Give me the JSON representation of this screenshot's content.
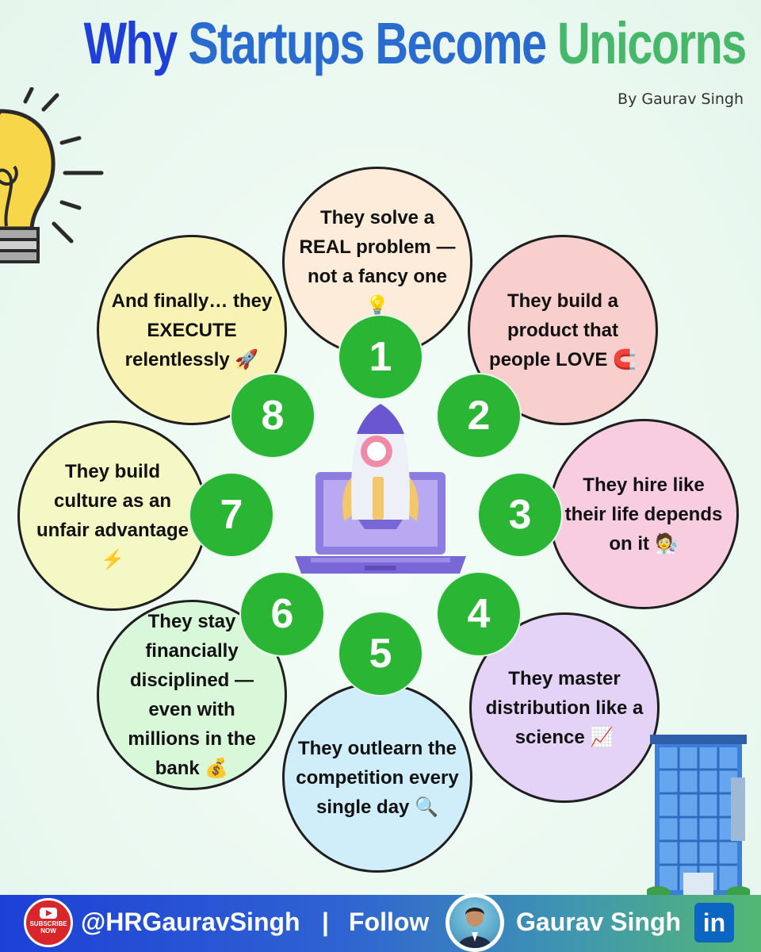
{
  "header": {
    "title_part1": "Why",
    "title_part2": "Startups Become",
    "title_part3": "Unicorns",
    "byline": "By Gaurav Singh"
  },
  "colors": {
    "title_blue": "#1e3fd8",
    "title_mid": "#2a6bd0",
    "title_green": "#47b86a",
    "badge_green": "#2bb534",
    "circle_1": "#fdecd9",
    "circle_2": "#f9cfcd",
    "circle_3": "#f8cde0",
    "circle_4": "#e4d3f7",
    "circle_5": "#cfeefa",
    "circle_6": "#d9f7d9",
    "circle_7": "#f4f8c4",
    "circle_8": "#f8f2b5"
  },
  "steps": [
    {
      "number": "1",
      "text": "They solve a REAL problem — not a fancy one 💡"
    },
    {
      "number": "2",
      "text": "They build a product that people LOVE 🧲"
    },
    {
      "number": "3",
      "text": "They hire like their life depends on it 🧑‍🔬"
    },
    {
      "number": "4",
      "text": "They master distribution like a science 📈"
    },
    {
      "number": "5",
      "text": "They outlearn the competition every single day 🔍"
    },
    {
      "number": "6",
      "text": "They stay financially disciplined — even with millions in the bank 💰"
    },
    {
      "number": "7",
      "text": "They build culture as an unfair advantage ⚡"
    },
    {
      "number": "8",
      "text": "And finally… they EXECUTE relentlessly 🚀"
    }
  ],
  "icons": {
    "bulb": "light-bulb-icon",
    "rocket": "rocket-laptop-icon",
    "building": "office-building-icon",
    "youtube": "youtube-subscribe-icon",
    "linkedin": "linkedin-icon"
  },
  "footer": {
    "subscribe_line1": "SUBSCRIBE",
    "subscribe_line2": "NOW",
    "handle": "@HRGauravSingh",
    "separator": "|",
    "follow": "Follow",
    "name": "Gaurav Singh",
    "linkedin_label": "in"
  }
}
